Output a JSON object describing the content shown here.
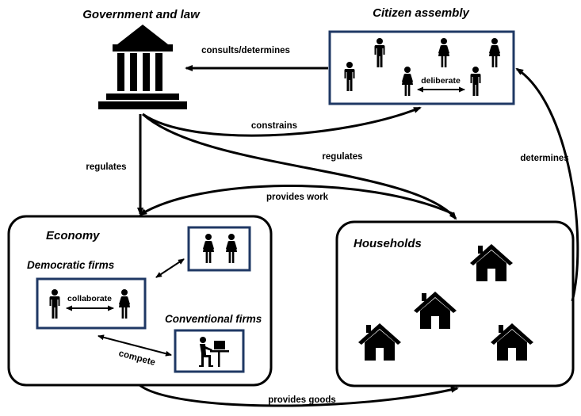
{
  "nodes": {
    "government": "Government and law",
    "assembly": "Citizen assembly",
    "economy": "Economy",
    "households": "Households",
    "democratic_firms": "Democratic firms",
    "conventional_firms": "Conventional firms"
  },
  "edges": {
    "consults": "consults/determines",
    "constrains": "constrains",
    "regulates_left": "regulates",
    "regulates_right": "regulates",
    "determines": "determines",
    "provides_work": "provides work",
    "provides_goods": "provides goods",
    "deliberate": "deliberate",
    "collaborate": "collaborate",
    "compete": "compete"
  },
  "icons": {
    "building": "government-building-icon",
    "man": "man-icon",
    "woman": "woman-icon",
    "house": "house-icon",
    "worker": "computer-worker-icon"
  },
  "colors": {
    "box_border": "#1f3864",
    "stroke": "#000000"
  }
}
